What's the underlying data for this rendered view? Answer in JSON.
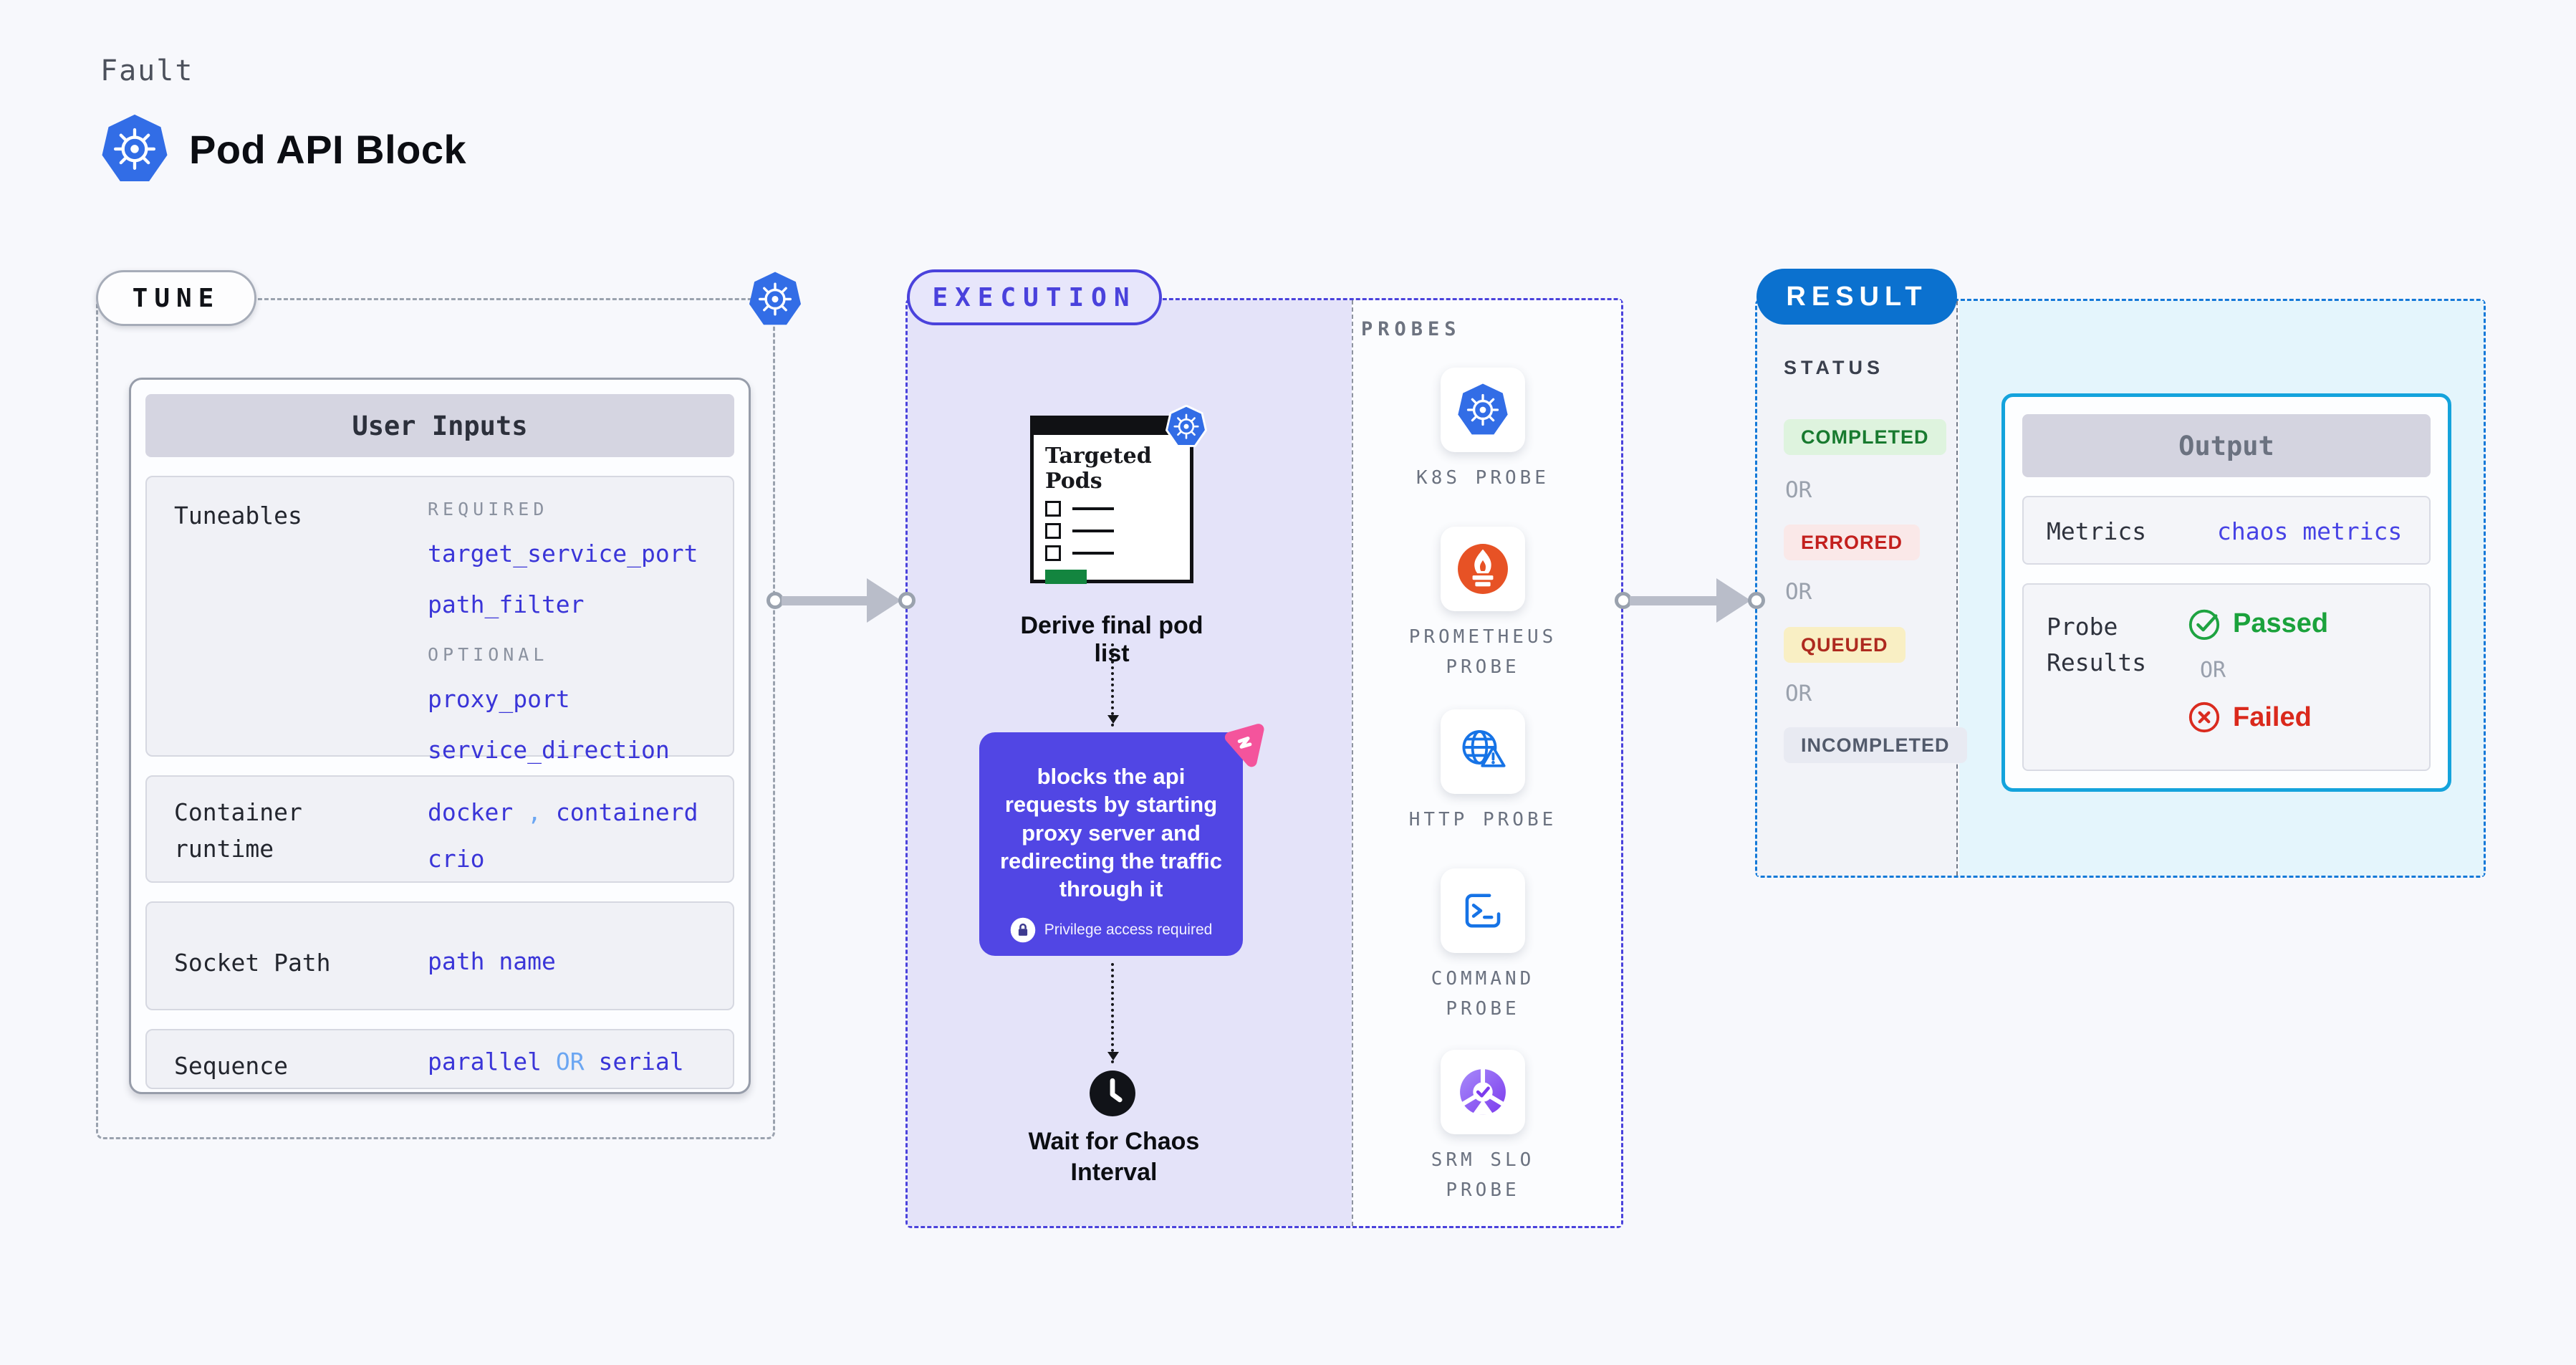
{
  "header": {
    "kicker": "Fault",
    "title": "Pod API Block"
  },
  "tune": {
    "badge_label": "TUNE",
    "card_title": "User Inputs",
    "tuneables": {
      "label": "Tuneables",
      "required_label": "REQUIRED",
      "required": [
        "target_service_port",
        "path_filter"
      ],
      "optional_label": "OPTIONAL",
      "optional": [
        "proxy_port",
        "service_direction"
      ]
    },
    "container_runtime": {
      "label": "Container runtime",
      "value1": "docker",
      "comma": ",",
      "value2": "containerd",
      "value3": "crio"
    },
    "socket_path": {
      "label": "Socket Path",
      "value": "path name"
    },
    "sequence": {
      "label": "Sequence",
      "value1": "parallel",
      "or": "OR",
      "value2": "serial"
    }
  },
  "execution": {
    "badge_label": "EXECUTION",
    "targeted_pods_title": "Targeted Pods",
    "derive_label": "Derive final pod list",
    "action_text": "blocks the api requests by starting proxy server and redirecting the traffic through it",
    "privilege_note": "Privilege access required",
    "wait_label": "Wait for Chaos Interval"
  },
  "probes": {
    "section_label": "PROBES",
    "items": [
      {
        "label": "K8S PROBE",
        "icon": "kubernetes-icon"
      },
      {
        "label": "PROMETHEUS PROBE",
        "icon": "prometheus-icon"
      },
      {
        "label": "HTTP PROBE",
        "icon": "globe-alert-icon"
      },
      {
        "label": "COMMAND PROBE",
        "icon": "terminal-icon"
      },
      {
        "label": "SRM SLO PROBE",
        "icon": "slo-donut-check-icon"
      }
    ]
  },
  "result": {
    "badge_label": "RESULT",
    "status": {
      "label": "STATUS",
      "or_label": "OR",
      "items": [
        {
          "label": "COMPLETED",
          "text_color": "#187a2f",
          "bg_color": "#def3de"
        },
        {
          "label": "ERRORED",
          "text_color": "#c3201e",
          "bg_color": "#fae8e8"
        },
        {
          "label": "QUEUED",
          "text_color": "#ae2a1f",
          "bg_color": "#f9efc4"
        },
        {
          "label": "INCOMPLETED",
          "text_color": "#525a6b",
          "bg_color": "#e8eaf2"
        }
      ]
    },
    "output": {
      "title": "Output",
      "metrics_label": "Metrics",
      "metrics_value": "chaos metrics",
      "probe_results_label": "Probe Results",
      "passed_label": "Passed",
      "or_label": "OR",
      "failed_label": "Failed"
    }
  },
  "colors": {
    "page_bg": "#f7f8fc",
    "kubernetes_blue": "#326de6",
    "indigo_accent": "#4a42dc",
    "execution_fill": "#e4e3f9",
    "action_box_purple": "#5146e4",
    "pink_icon": "#f4549c",
    "result_blue": "#0b71cf",
    "result_border": "#1379d8",
    "output_border": "#14a3dc",
    "cyan_bg": "#e4f5fc",
    "value_blue": "#3a35d8",
    "value_lite_blue": "#6ba6f2",
    "passed_green": "#1ba23c",
    "failed_red": "#da291c",
    "arrow_gray": "#b9bdc9",
    "prometheus_orange": "#e75225",
    "probe_blue": "#1673e6",
    "targeted_green": "#13853f"
  }
}
